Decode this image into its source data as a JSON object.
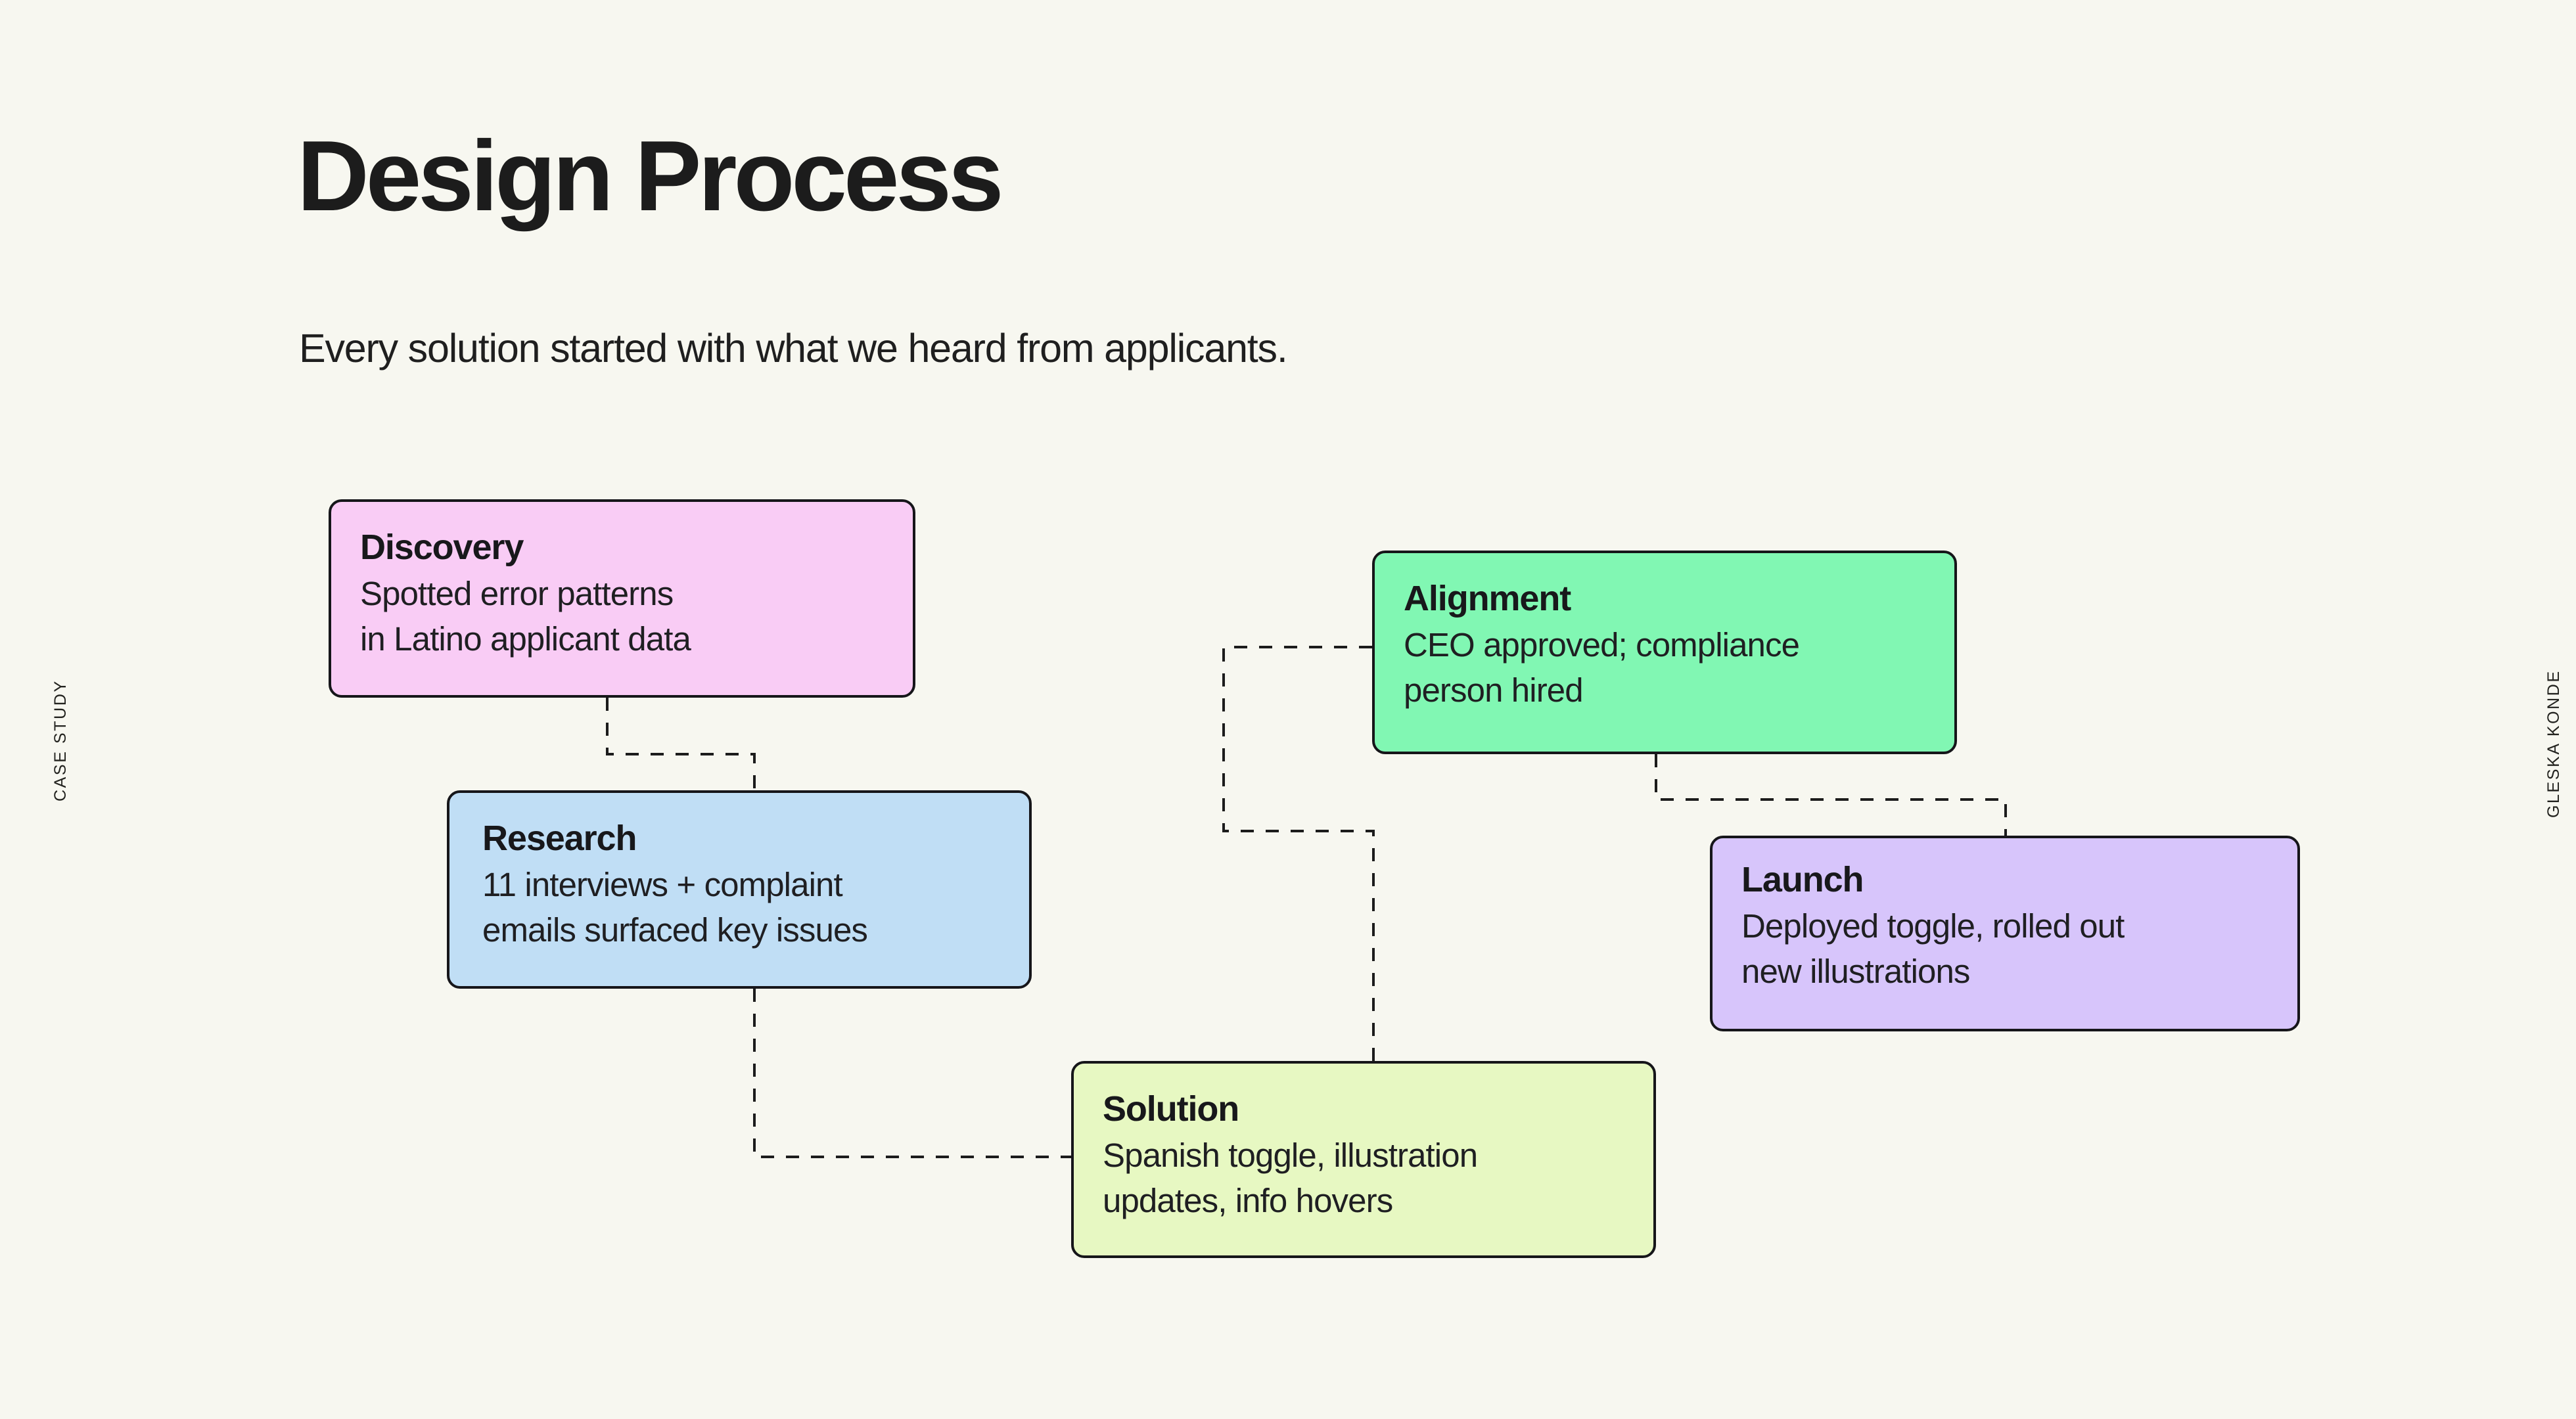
{
  "header": {
    "title": "Design Process",
    "subtitle": "Every solution started with what we heard from applicants."
  },
  "side_labels": {
    "left": "CASE STUDY",
    "right": "GLESKA KONDE"
  },
  "colors": {
    "background": "#F7F7F0",
    "text": "#1C1C1C",
    "border": "#16161A",
    "discovery": "#F9CCF5",
    "research": "#C0DEF5",
    "solution": "#E7F8C2",
    "alignment": "#81F7B3",
    "launch": "#D7C5FB"
  },
  "flow": {
    "cards": [
      {
        "id": "discovery",
        "title": "Discovery",
        "description": "Spotted error patterns\nin Latino applicant data"
      },
      {
        "id": "research",
        "title": "Research",
        "description": "11 interviews + complaint\nemails surfaced key issues"
      },
      {
        "id": "solution",
        "title": "Solution",
        "description": "Spanish toggle, illustration\nupdates, info hovers"
      },
      {
        "id": "alignment",
        "title": "Alignment",
        "description": "CEO approved; compliance\nperson hired"
      },
      {
        "id": "launch",
        "title": "Launch",
        "description": "Deployed toggle, rolled out\nnew illustrations"
      }
    ],
    "connectors": [
      {
        "from": "discovery",
        "to": "research"
      },
      {
        "from": "research",
        "to": "solution"
      },
      {
        "from": "solution",
        "to": "alignment"
      },
      {
        "from": "alignment",
        "to": "launch"
      }
    ]
  }
}
